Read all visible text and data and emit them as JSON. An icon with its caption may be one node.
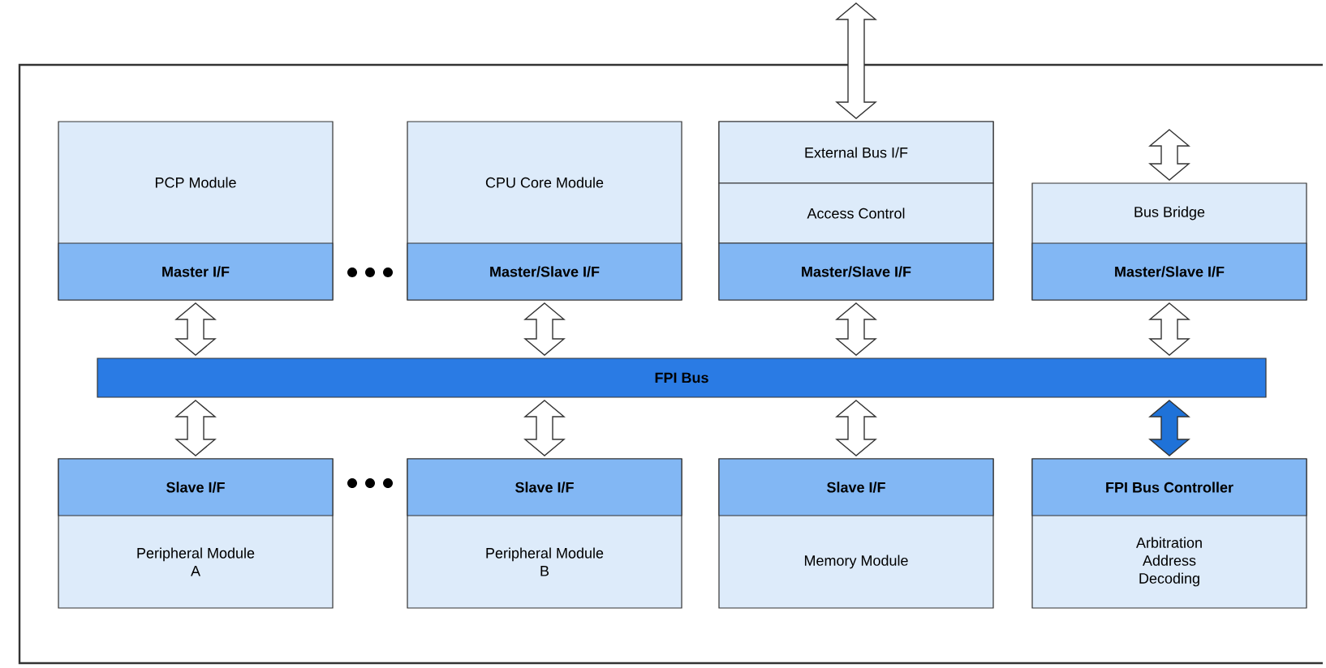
{
  "diagram": {
    "nodes": [
      {
        "text": [
          "PCP Module"
        ]
      },
      {
        "text": [
          "Master I/F"
        ],
        "in": 0
      },
      {
        "text": [
          "CPU Core Module"
        ]
      },
      {
        "text": [
          "Master/Slave I/F"
        ],
        "in": 2
      },
      {
        "text": [],
        "shape": "box"
      },
      {
        "text": [
          "External Bus I/F"
        ],
        "in": 4
      },
      {
        "text": [
          "Access Control"
        ],
        "in": 4
      },
      {
        "text": [
          "Master/Slave I/F"
        ],
        "in": 4
      },
      {
        "text": [
          "Bus Bridge"
        ]
      },
      {
        "text": [
          "Master/Slave I/F"
        ],
        "in": 8
      },
      {
        "text": [
          "FPI Bus"
        ]
      },
      {
        "text": [
          "Peripheral Module A"
        ]
      },
      {
        "text": [
          "Slave I/F"
        ],
        "in": 11
      },
      {
        "text": [
          "Peripheral Module B"
        ]
      },
      {
        "text": [
          "Slave I/F"
        ],
        "in": 13
      },
      {
        "text": [
          "Memory Module"
        ]
      },
      {
        "text": [
          "Slave I/F"
        ],
        "in": 15
      },
      {
        "text": [
          "Arbitration Address Decoding"
        ]
      },
      {
        "text": [
          "FPI Bus Controller"
        ],
        "in": 17
      }
    ],
    "edges": [
      {
        "from": 1,
        "to": 10,
        "arrow": "both"
      },
      {
        "from": 3,
        "to": 10,
        "arrow": "both"
      },
      {
        "from": 7,
        "to": 10,
        "arrow": "both"
      },
      {
        "from": 9,
        "to": 10,
        "arrow": "both"
      },
      {
        "from": 10,
        "to": 12,
        "arrow": "both"
      },
      {
        "from": 10,
        "to": 14,
        "arrow": "both"
      },
      {
        "from": 10,
        "to": 16,
        "arrow": "both"
      },
      {
        "from": 10,
        "to": 18,
        "arrow": "both",
        "color": "#1f72d8"
      },
      {
        "from": null,
        "to": 5,
        "arrow": "both"
      },
      {
        "from": null,
        "to": 8,
        "arrow": "both"
      }
    ]
  }
}
